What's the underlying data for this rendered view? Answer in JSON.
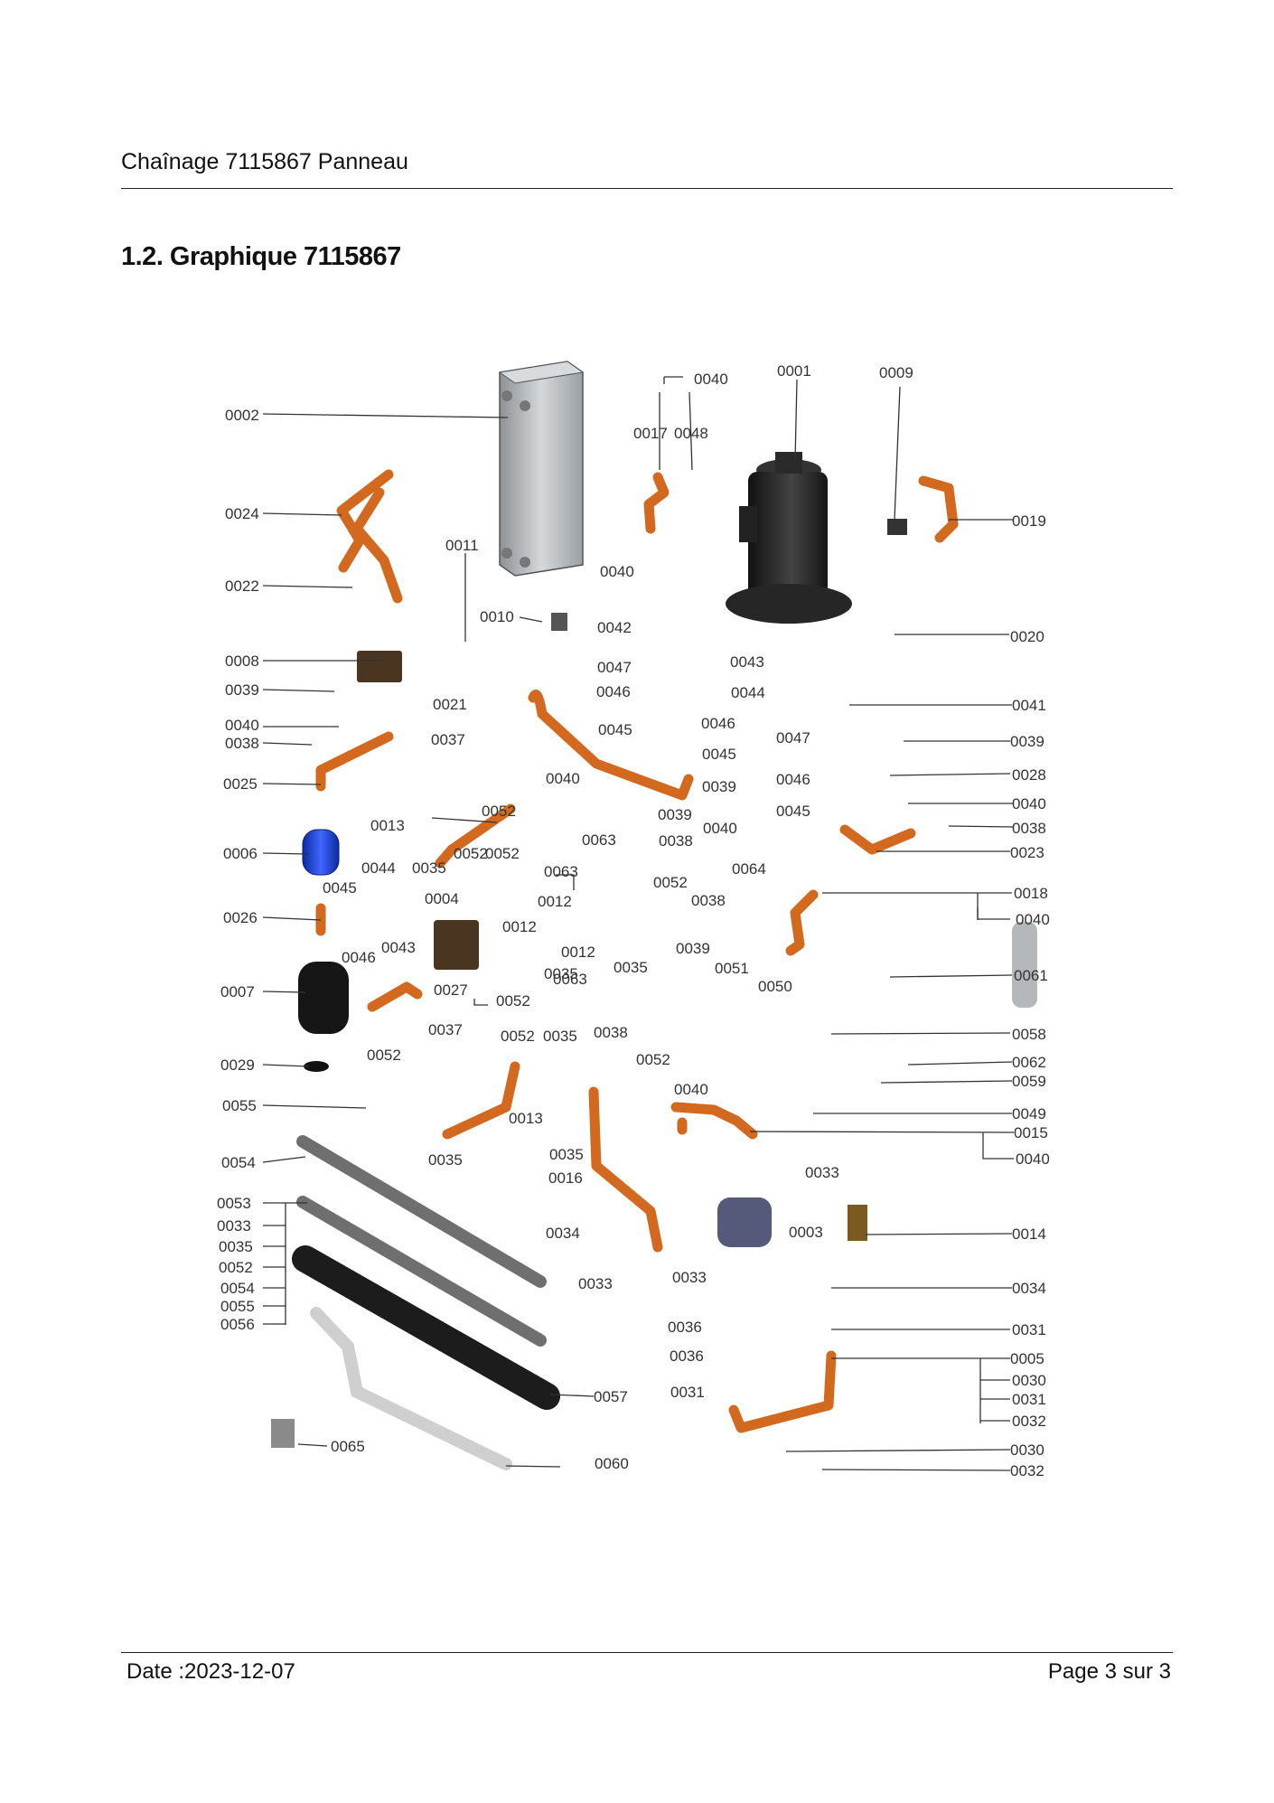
{
  "header": {
    "title": "Chaînage 7115867 Panneau"
  },
  "section": {
    "title": "1.2. Graphique 7115867"
  },
  "footer": {
    "date": "Date :2023-12-07",
    "page": "Page 3 sur  3"
  },
  "colors": {
    "copper": "#d2691e",
    "compressor": "#2b2b2b",
    "exchanger": "#b8bcbf",
    "accumulator": "#1a3fd0",
    "gray_pipe": "#6f6f6f",
    "black_pipe": "#1c1c1c",
    "brass": "#8a6a2a"
  },
  "callouts": [
    "0001",
    "0002",
    "0003",
    "0004",
    "0005",
    "0006",
    "0007",
    "0008",
    "0009",
    "0010",
    "0011",
    "0012",
    "0013",
    "0014",
    "0015",
    "0016",
    "0017",
    "0018",
    "0019",
    "0020",
    "0021",
    "0022",
    "0023",
    "0024",
    "0025",
    "0026",
    "0027",
    "0028",
    "0029",
    "0030",
    "0031",
    "0032",
    "0033",
    "0034",
    "0035",
    "0036",
    "0037",
    "0038",
    "0039",
    "0040",
    "0041",
    "0042",
    "0043",
    "0044",
    "0045",
    "0046",
    "0047",
    "0048",
    "0049",
    "0050",
    "0051",
    "0052",
    "0053",
    "0054",
    "0055",
    "0056",
    "0057",
    "0058",
    "0059",
    "0060",
    "0061",
    "0062",
    "0063",
    "0064",
    "0065"
  ]
}
